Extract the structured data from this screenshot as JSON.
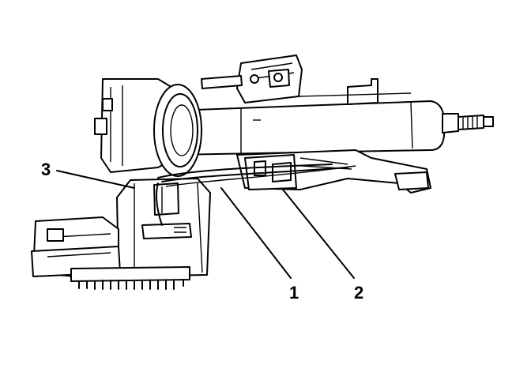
{
  "callouts": [
    {
      "id": "c1",
      "label": "3"
    },
    {
      "id": "c2",
      "label": "1"
    },
    {
      "id": "c3",
      "label": "2"
    }
  ],
  "colors": {
    "line": "#000000",
    "background": "#ffffff"
  }
}
